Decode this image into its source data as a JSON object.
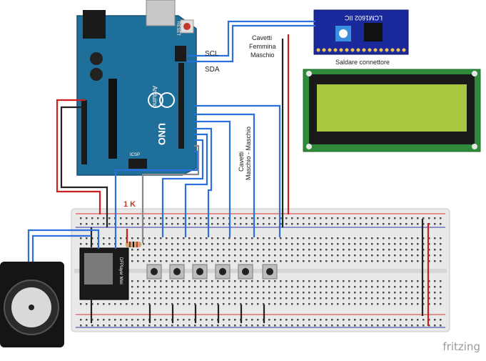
{
  "labels": {
    "scl": "SCL",
    "sda": "SDA",
    "cables_female_male": [
      "Cavetti",
      "Femmina",
      "Maschio"
    ],
    "solder_connector": "Saldare connettore",
    "cables_male_male": [
      "Cavetti",
      "Maschio - Maschio"
    ],
    "resistor": "1 K",
    "lcm_module": "LCM1602 IIC",
    "dfplayer": "DFPlayer Mini",
    "arduino_brand": "Arduino",
    "arduino_model": "UNO",
    "reset": "RESET",
    "icsp": "ICSP",
    "watermark": "fritzing"
  },
  "colors": {
    "arduino_board": "#1f6f9b",
    "breadboard": "#e8e8e8",
    "wire_blue": "#2a6fdb",
    "wire_red": "#cc1f1f",
    "wire_black": "#222222",
    "wire_gray": "#888888",
    "lcd_screen": "#a8c63f",
    "lcd_pcb": "#2e8b3a",
    "i2c_module": "#1a2a9c"
  }
}
